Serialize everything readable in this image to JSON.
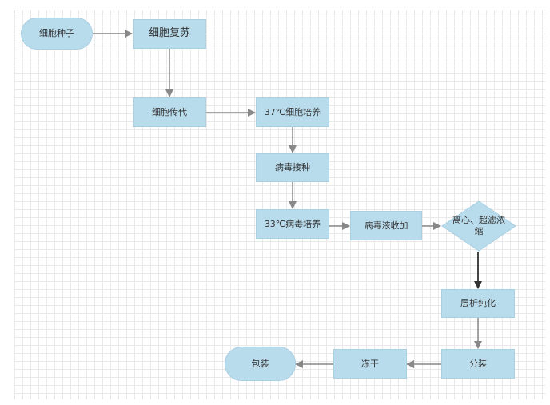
{
  "nodes": {
    "cell_seed": "细胞种子",
    "cell_revival": "细胞复苏",
    "cell_passage": "细胞传代",
    "culture_37": "37℃细胞培养",
    "virus_inoculation": "病毒接种",
    "virus_culture_33": "33℃病毒培养",
    "virus_harvest": "病毒液收加",
    "centrifuge_concentrate": "离心、超滤浓缩",
    "chromatography": "层析纯化",
    "dispense": "分装",
    "freeze_dry": "冻干",
    "packaging": "包装"
  },
  "colors": {
    "node_fill": "#b9dced",
    "edge": "#888888",
    "edge_strong": "#333333"
  }
}
